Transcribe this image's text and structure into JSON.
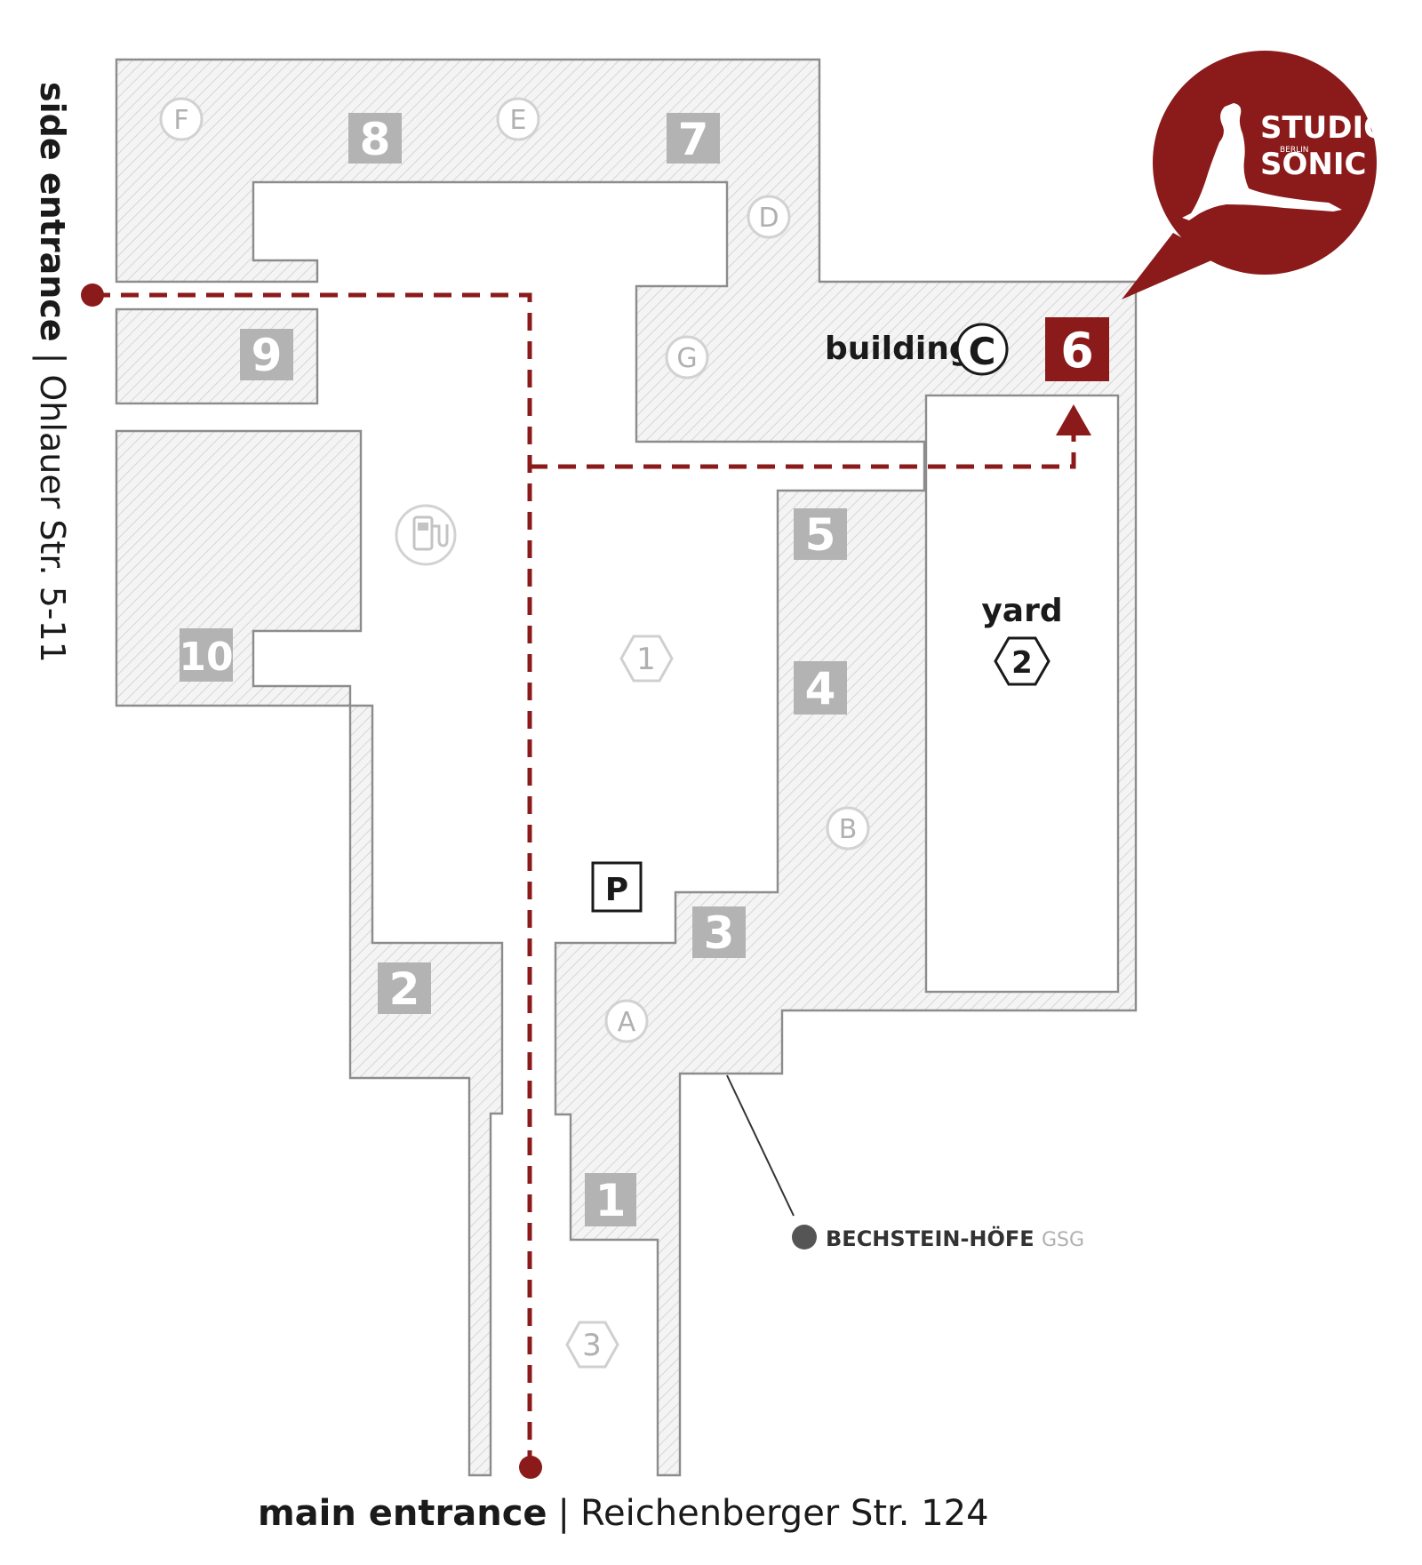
{
  "side_entrance": {
    "label": "side entrance",
    "separator": "|",
    "address": "Ohlauer Str. 5-11"
  },
  "main_entrance": {
    "label": "main entrance",
    "separator": "|",
    "address": "Reichenberger Str. 124"
  },
  "building": {
    "label": "building",
    "letter": "C",
    "studio_number": "6"
  },
  "yard": {
    "label": "yard",
    "number": "2"
  },
  "stairwell_numbers": [
    "1",
    "2",
    "3",
    "4",
    "5",
    "7",
    "8",
    "9",
    "10"
  ],
  "circle_letters": [
    "A",
    "B",
    "D",
    "E",
    "F",
    "G"
  ],
  "hex_markers": [
    "1",
    "3"
  ],
  "parking": "P",
  "bechstein": {
    "name": "BECHSTEIN-HÖFE",
    "suffix": "GSG"
  },
  "logo": {
    "line1": "STUDIO",
    "line2": "BERLIN",
    "line3": "SONIC",
    "icon": "dancer-silhouette-icon"
  },
  "icons": {
    "fuel": "fuel-pump-icon",
    "route": "dashed-route",
    "arrow": "up-arrow-icon"
  },
  "colors": {
    "accent": "#8b1a1a",
    "hatch": "#d9d9d9",
    "block": "#b3b3b3"
  }
}
